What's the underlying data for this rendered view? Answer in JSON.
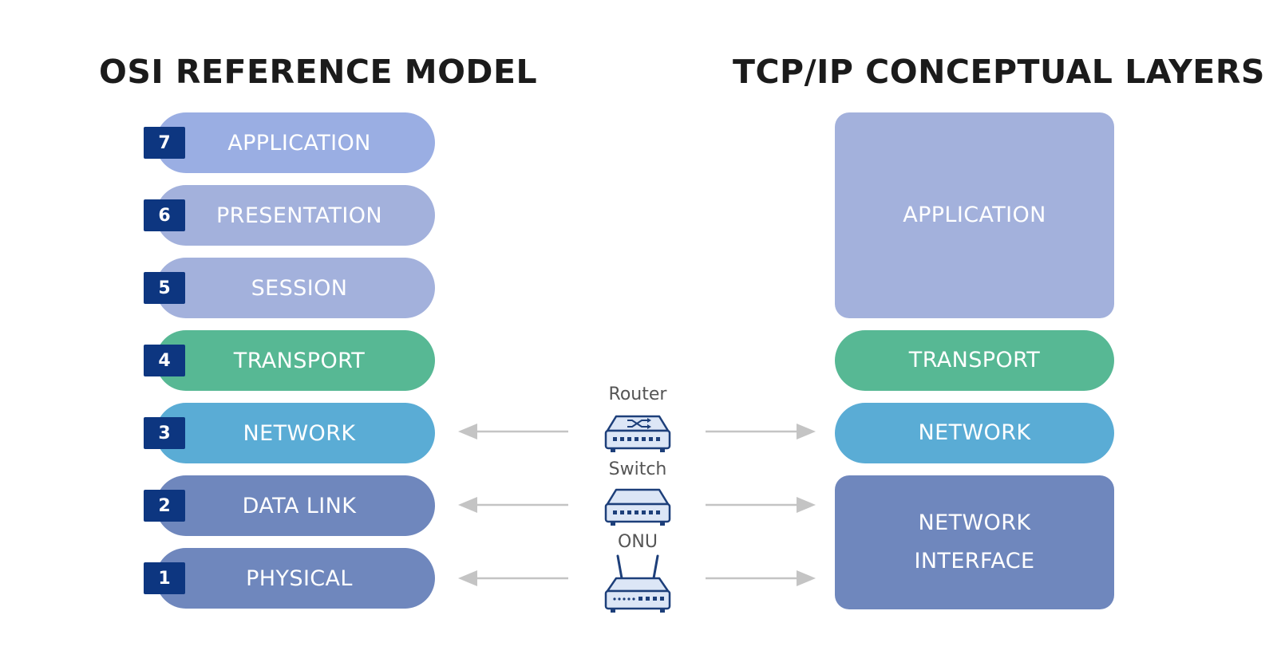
{
  "titles": {
    "osi": "OSI REFERENCE MODEL",
    "tcp": "TCP/IP CONCEPTUAL LAYERS"
  },
  "osi_layers": [
    {
      "number": "7",
      "label": "APPLICATION",
      "color": "#9aaee3"
    },
    {
      "number": "6",
      "label": "PRESENTATION",
      "color": "#a3b1dc"
    },
    {
      "number": "5",
      "label": "SESSION",
      "color": "#a3b1dc"
    },
    {
      "number": "4",
      "label": "TRANSPORT",
      "color": "#57b894"
    },
    {
      "number": "3",
      "label": "NETWORK",
      "color": "#5aacd5"
    },
    {
      "number": "2",
      "label": "DATA LINK",
      "color": "#6f87bd"
    },
    {
      "number": "1",
      "label": "PHYSICAL",
      "color": "#6f87bd"
    }
  ],
  "tcp_layers": [
    {
      "label": "APPLICATION",
      "color": "#a3b1dc"
    },
    {
      "label": "TRANSPORT",
      "color": "#57b894"
    },
    {
      "label": "NETWORK",
      "color": "#5aacd5"
    },
    {
      "label_line1": "NETWORK",
      "label_line2": "INTERFACE",
      "color": "#6f87bd"
    }
  ],
  "devices": [
    {
      "label": "Router",
      "icon": "router-icon"
    },
    {
      "label": "Switch",
      "icon": "switch-icon"
    },
    {
      "label": "ONU",
      "icon": "onu-icon"
    }
  ],
  "colors": {
    "badge": "#0d3680",
    "arrow": "#c4c4c4",
    "device_stroke": "#1d3f7a",
    "device_fill": "#dce6f6"
  }
}
